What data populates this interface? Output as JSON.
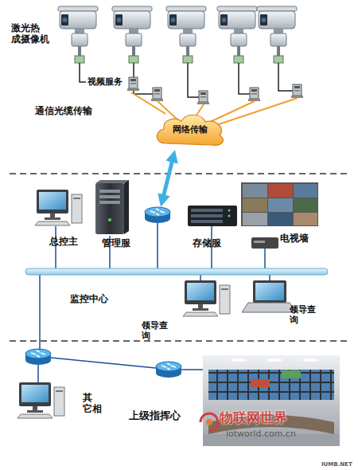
{
  "diagram": {
    "nodes": [
      {
        "text": [
          "激光热 成摄像机"
        ]
      },
      {
        "text": [
          "视频服务"
        ]
      },
      {
        "text": [
          "网络传输"
        ]
      },
      {
        "text": [
          "总控主"
        ]
      },
      {
        "text": [
          "管理服"
        ]
      },
      {
        "text": [
          "存储服"
        ]
      },
      {
        "text": [
          "电视墙"
        ]
      },
      {
        "text": [
          "领导查 询"
        ]
      },
      {
        "text": [
          "领导查 询"
        ]
      },
      {
        "text": [
          "其 它相"
        ]
      },
      {
        "text": [
          "上级指挥心"
        ]
      }
    ],
    "edges": [
      {
        "from": 0,
        "to": 1,
        "arrow": "none"
      },
      {
        "from": 1,
        "to": 2,
        "arrow": "none"
      }
    ],
    "labels": [
      "通信光缆传输",
      "监控中心",
      "物联网世界",
      "iotworld.com.cn",
      "IUMB.NET"
    ]
  }
}
